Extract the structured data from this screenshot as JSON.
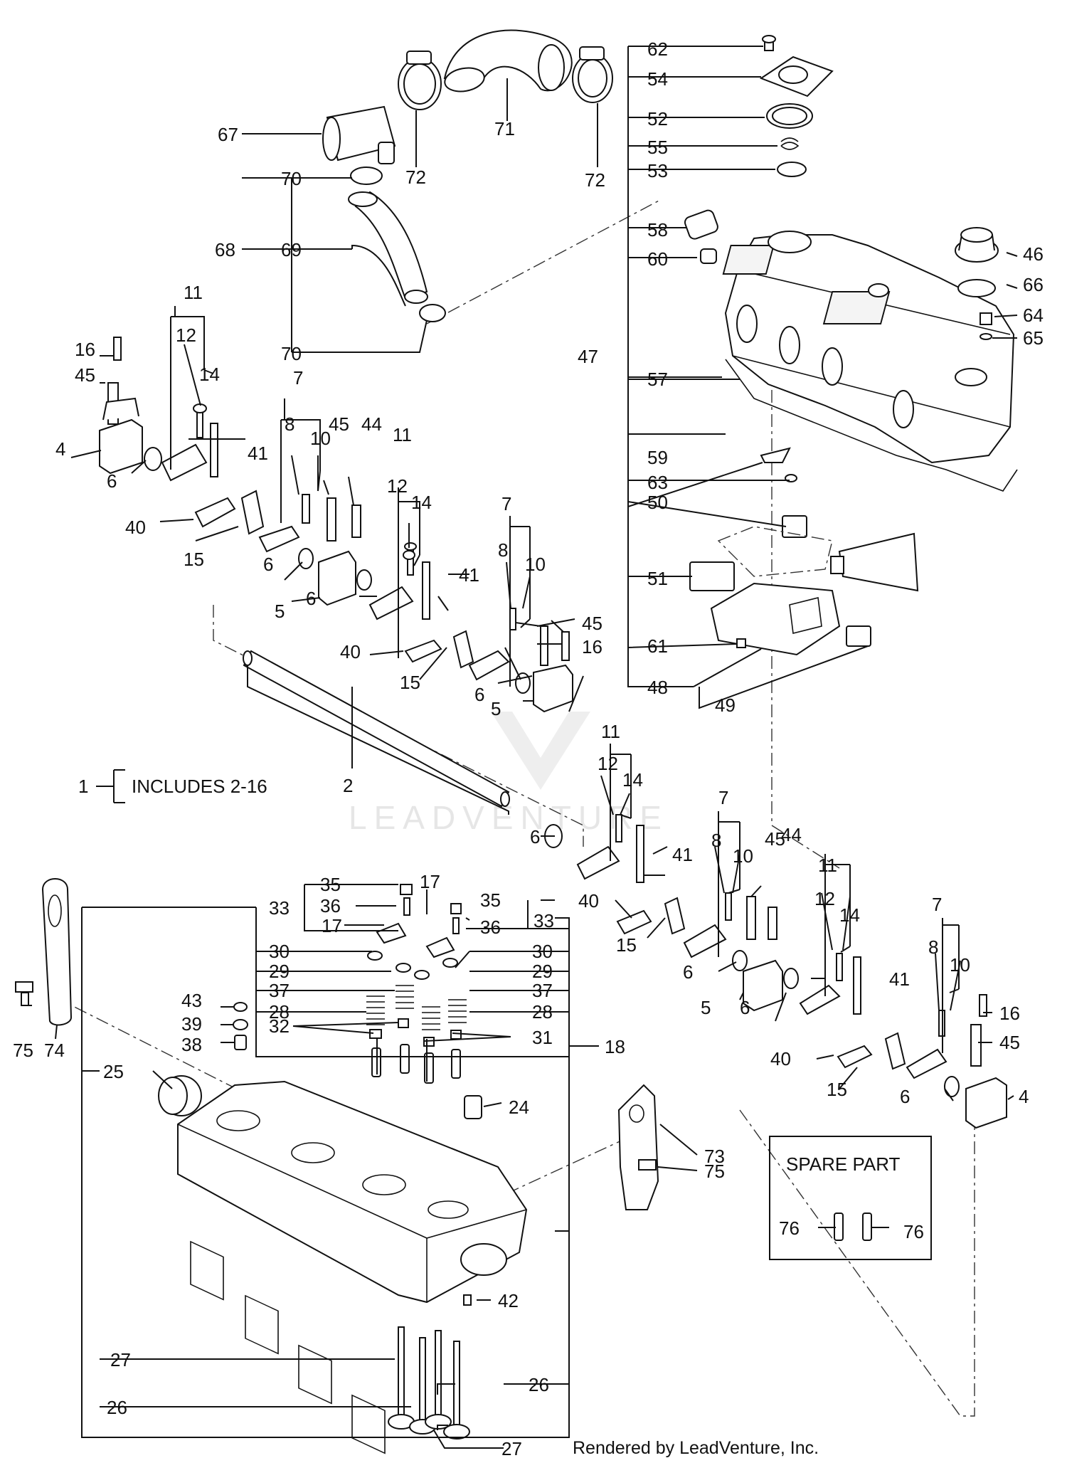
{
  "diagram": {
    "watermark": "LEADVENTURE",
    "footer": "Rendered by LeadVenture, Inc.",
    "includes_note": {
      "callout": "1",
      "text": "INCLUDES 2-16"
    },
    "spare_part_box": {
      "title": "SPARE PART",
      "callouts": [
        "76",
        "76"
      ]
    },
    "callouts": [
      "62",
      "54",
      "52",
      "55",
      "53",
      "58",
      "60",
      "47",
      "57",
      "59",
      "63",
      "50",
      "51",
      "61",
      "48",
      "49",
      "46",
      "66",
      "64",
      "65",
      "67",
      "71",
      "72",
      "72",
      "70",
      "69",
      "68",
      "70",
      "16",
      "45",
      "11",
      "12",
      "14",
      "4",
      "6",
      "41",
      "7",
      "8",
      "10",
      "45",
      "44",
      "40",
      "15",
      "6",
      "5",
      "11",
      "12",
      "14",
      "6",
      "41",
      "40",
      "15",
      "7",
      "8",
      "10",
      "45",
      "16",
      "6",
      "5",
      "2",
      "11",
      "12",
      "14",
      "6",
      "41",
      "40",
      "15",
      "7",
      "8",
      "10",
      "45",
      "44",
      "6",
      "5",
      "11",
      "12",
      "14",
      "41",
      "6",
      "40",
      "15",
      "7",
      "8",
      "10",
      "16",
      "45",
      "6",
      "4",
      "35",
      "36",
      "17",
      "33",
      "30",
      "29",
      "37",
      "28",
      "32",
      "43",
      "39",
      "38",
      "17",
      "35",
      "36",
      "33",
      "30",
      "29",
      "37",
      "28",
      "31",
      "18",
      "25",
      "24",
      "73",
      "75",
      "75",
      "74",
      "42",
      "27",
      "26",
      "26",
      "27"
    ]
  }
}
